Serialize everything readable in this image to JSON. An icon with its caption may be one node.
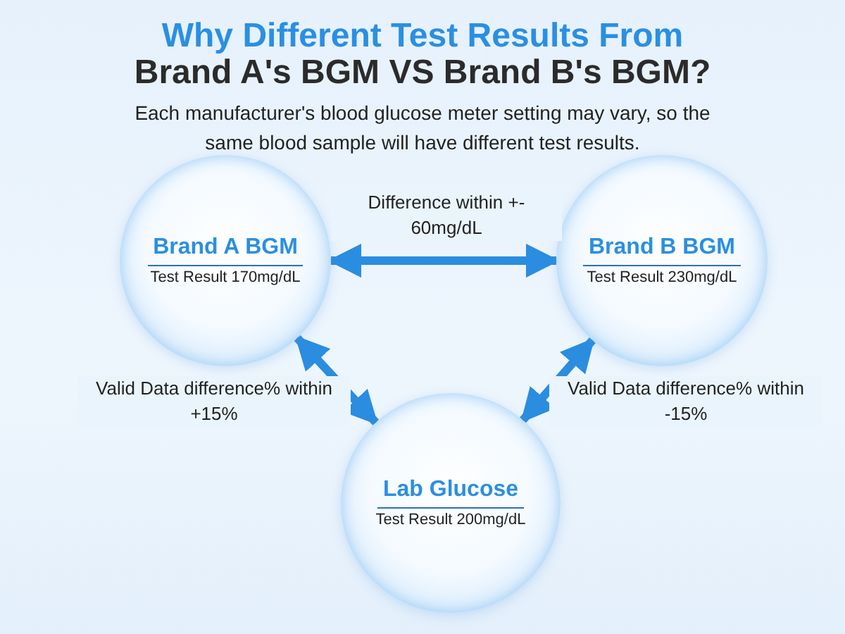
{
  "diagram": {
    "title": "Why Different Test Results From",
    "caption": "Each manufacturer's blood glucose meter setting may vary, so the same blood sample will have different test results.",
    "nodes": [
      {
        "text": [
          "Brand A BGM",
          "Test Result 170mg/dL"
        ]
      },
      {
        "text": [
          "Brand B BGM",
          "Test Result 230mg/dL"
        ]
      },
      {
        "text": [
          "Lab Glucose",
          "Test Result 200mg/dL"
        ]
      }
    ],
    "edges": [
      {
        "from": 0,
        "to": 1,
        "arrow": "both",
        "label": "Difference within +- 60mg/dL"
      },
      {
        "from": 0,
        "to": 2,
        "arrow": "both",
        "label": "Valid Data difference% within +15%"
      },
      {
        "from": 1,
        "to": 2,
        "arrow": "both",
        "label": "Valid Data difference% within -15%"
      }
    ],
    "labels": [
      "Brand A's BGM VS Brand B's BGM?"
    ]
  }
}
